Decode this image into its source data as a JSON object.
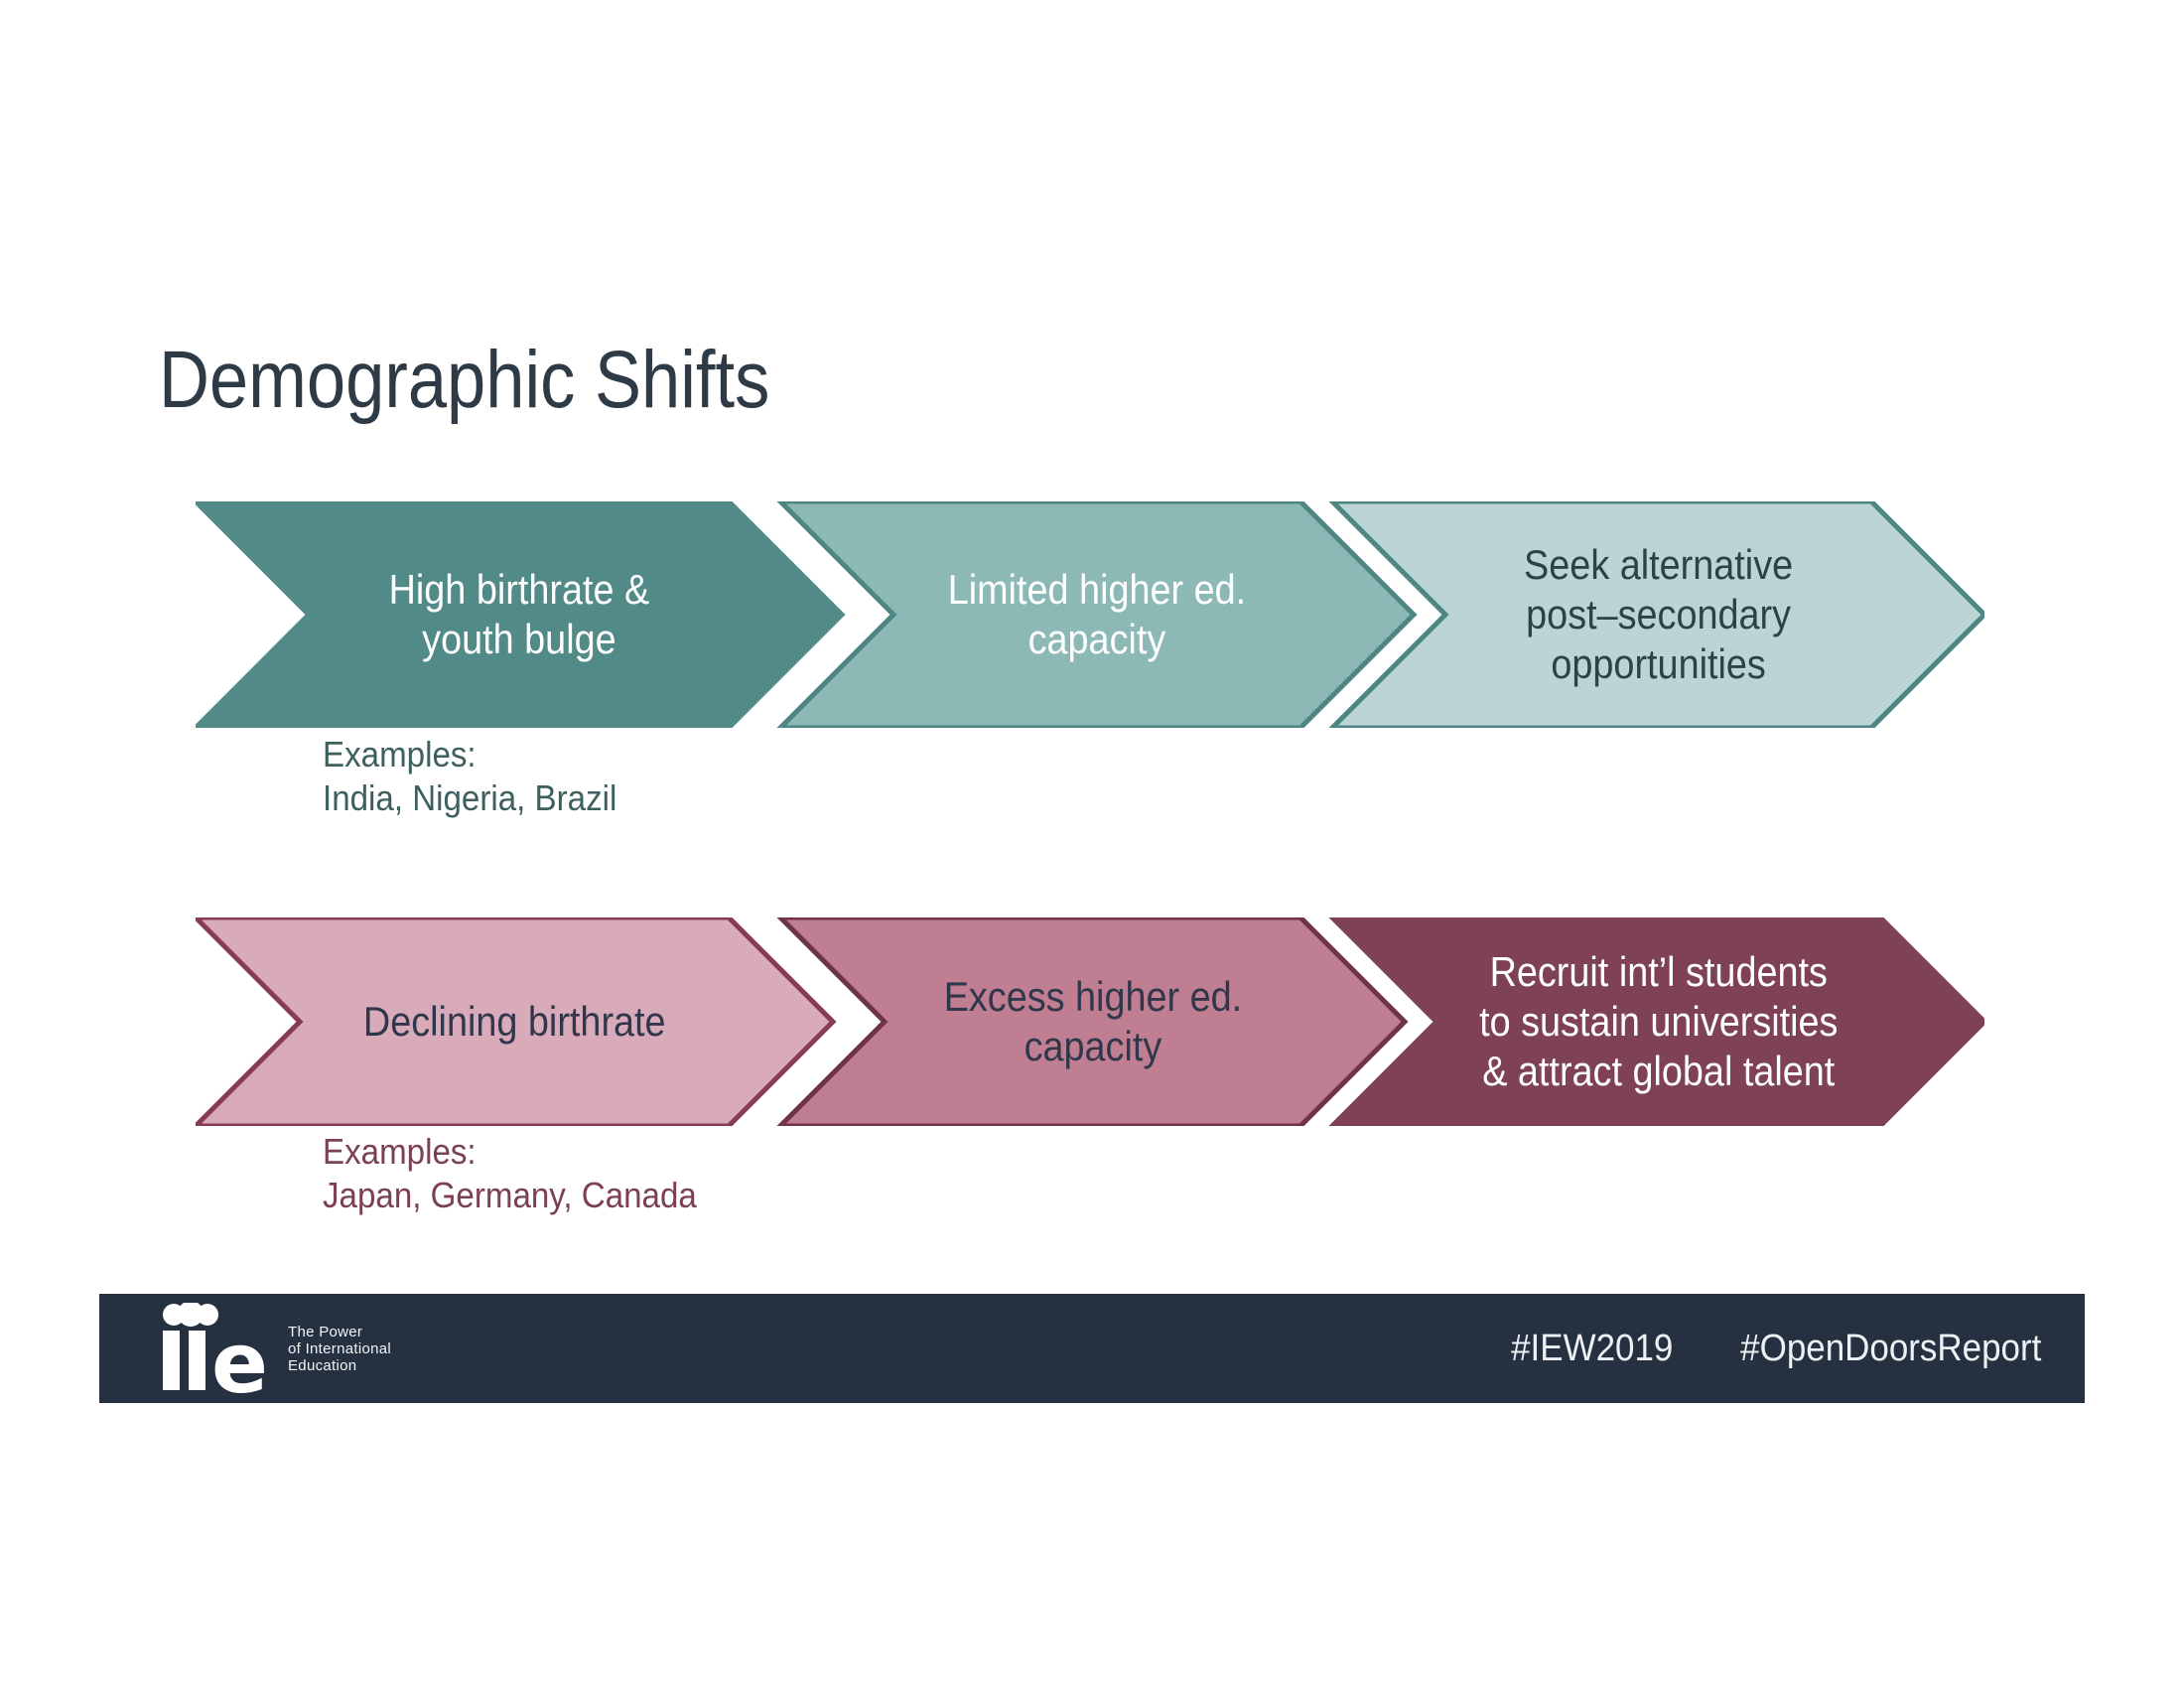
{
  "slide": {
    "title": "Demographic Shifts",
    "title_color": "#2e3a46",
    "background": "#ffffff"
  },
  "flow_rows": [
    {
      "name": "high-birthrate-flow",
      "steps": [
        {
          "label": "High birthrate &\nyouth bulge",
          "fill": "#518a87",
          "stroke": "#518a87",
          "text_color": "#ffffff"
        },
        {
          "label": "Limited higher ed.\ncapacity",
          "fill": "#8cb9b6",
          "stroke": "#4e8683",
          "text_color": "#ffffff"
        },
        {
          "label": "Seek alternative\npost–secondary\nopportunities",
          "fill": "#bad5d3",
          "stroke": "#4e8683",
          "text_color": "#2e4049"
        }
      ],
      "examples": "Examples:\nIndia, Nigeria, Brazil",
      "examples_color": "#3d605e"
    },
    {
      "name": "declining-birthrate-flow",
      "steps": [
        {
          "label": "Declining birthrate",
          "fill": "#d9aaba",
          "stroke": "#873c53",
          "text_color": "#31374a"
        },
        {
          "label": "Excess higher ed.\ncapacity",
          "fill": "#bf7e92",
          "stroke": "#6f3448",
          "text_color": "#31374a"
        },
        {
          "label": "Recruit  int’l students\nto sustain universities\n& attract global talent",
          "fill": "#7e4156",
          "stroke": "#7e4156",
          "text_color": "#ffffff"
        }
      ],
      "examples": "Examples:\nJapan, Germany, Canada",
      "examples_color": "#7b4054"
    }
  ],
  "footer": {
    "bar_color": "#253040",
    "logo": {
      "e": "e",
      "tagline": "The Power\nof International\nEducation"
    },
    "hashtags": [
      "#IEW2019",
      "#OpenDoorsReport"
    ]
  }
}
